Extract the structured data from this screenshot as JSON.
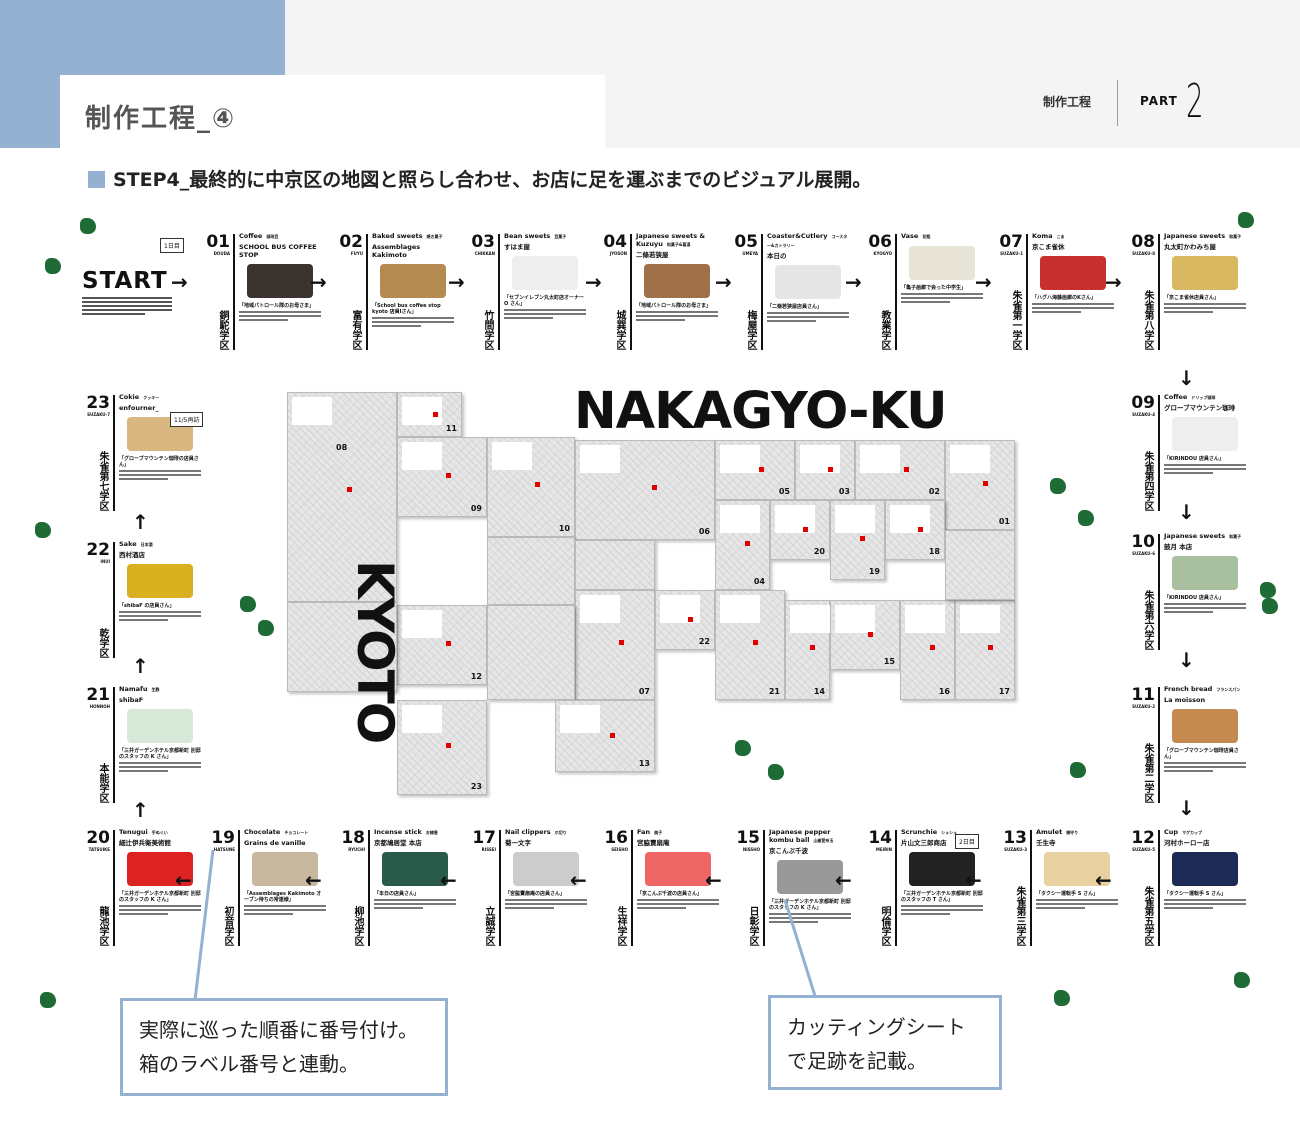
{
  "header": {
    "title": "制作工程_④",
    "section": "制作工程",
    "part_label": "PART",
    "part_number": "2"
  },
  "step": {
    "text": "STEP4_最終的に中京区の地図と照らし合わせ、お店に足を運ぶまでのビジュアル展開。"
  },
  "start": {
    "label": "START"
  },
  "day_tags": {
    "day1": "1日目",
    "day2": "2日目",
    "revisit": "11/5再訪"
  },
  "map": {
    "title": "NAKAGYO-KU",
    "subtitle": "KYOTO",
    "blocks": [
      "08",
      "11",
      "09",
      "10",
      "06",
      "05",
      "03",
      "02",
      "01",
      "04",
      "20",
      "19",
      "18",
      "12",
      "07",
      "22",
      "21",
      "14",
      "15",
      "16",
      "17",
      "23",
      "13"
    ]
  },
  "stations": [
    {
      "num": "01",
      "rom": "DOUDA",
      "cat": "Coffee",
      "cat_jp": "珈琲豆",
      "shop": "SCHOOL BUS COFFEE STOP",
      "quote": "「地域パトロール隊のお母さま」",
      "district": "銅駝学区"
    },
    {
      "num": "02",
      "rom": "FUYU",
      "cat": "Baked sweets",
      "cat_jp": "焼き菓子",
      "shop": "Assemblages Kakimoto",
      "quote": "「School bus coffee stop kyoto 店員Iさん」",
      "district": "富有学区"
    },
    {
      "num": "03",
      "rom": "CHIKKAN",
      "cat": "Bean sweets",
      "cat_jp": "豆菓子",
      "shop": "すはま屋",
      "quote": "「セブンイレブン丸太町店オーナー O さん」",
      "district": "竹間学区"
    },
    {
      "num": "04",
      "rom": "JYOSON",
      "cat": "Japanese sweets & Kuzuyu",
      "cat_jp": "和菓子&葛湯",
      "shop": "二條若狭屋",
      "quote": "「地域パトロール隊のお母さま」",
      "district": "城巽学区"
    },
    {
      "num": "05",
      "rom": "UMEYA",
      "cat": "Coaster&Cutlery",
      "cat_jp": "コースター&カトラリー",
      "shop": "本日の",
      "quote": "「二條若狭屋店員さん」",
      "district": "梅屋学区"
    },
    {
      "num": "06",
      "rom": "KYOGYO",
      "cat": "Vase",
      "cat_jp": "花瓶",
      "shop": "",
      "quote": "「亀子画廊で会った中学生」",
      "district": "教業学区"
    },
    {
      "num": "07",
      "rom": "SUZAKU-1",
      "cat": "Koma",
      "cat_jp": "こま",
      "shop": "京こま雀休",
      "quote": "「ハグハ海藤画廊のKさん」",
      "district": "朱雀第一学区"
    },
    {
      "num": "08",
      "rom": "SUZAKU-8",
      "cat": "Japanese sweets",
      "cat_jp": "和菓子",
      "shop": "丸太町かわみち屋",
      "quote": "「京こま雀休店員さん」",
      "district": "朱雀第八学区"
    },
    {
      "num": "09",
      "rom": "SUZAKU-4",
      "cat": "Coffee",
      "cat_jp": "ドリップ珈琲",
      "shop": "グローブマウンテン珈琲",
      "quote": "「KIRINDOU 店員さん」",
      "district": "朱雀第四学区"
    },
    {
      "num": "10",
      "rom": "SUZAKU-6",
      "cat": "Japanese sweets",
      "cat_jp": "和菓子",
      "shop": "鼓月 本店",
      "quote": "「KIRINDOU 店員さん」",
      "district": "朱雀第六学区"
    },
    {
      "num": "11",
      "rom": "SUZAKU-2",
      "cat": "French bread",
      "cat_jp": "フランスパン",
      "shop": "La moisson",
      "quote": "「グローブマウンテン珈琲店員さん」",
      "district": "朱雀第二学区"
    },
    {
      "num": "12",
      "rom": "SUZAKU-5",
      "cat": "Cup",
      "cat_jp": "マグカップ",
      "shop": "河村ホーロー店",
      "quote": "「タクシー運転手 S さん」",
      "district": "朱雀第五学区"
    },
    {
      "num": "13",
      "rom": "SUZAKU-3",
      "cat": "Amulet",
      "cat_jp": "御守り",
      "shop": "壬生寺",
      "quote": "「タクシー運転手 S さん」",
      "district": "朱雀第三学区"
    },
    {
      "num": "14",
      "rom": "MEIRIN",
      "cat": "Scrunchie",
      "cat_jp": "シュシュ",
      "shop": "片山文三郎商店",
      "quote": "「三井ガーデンホテル京都新町 別邸のスタッフの T さん」",
      "district": "明倫学区"
    },
    {
      "num": "15",
      "rom": "NISSHO",
      "cat": "Japanese pepper kombu ball",
      "cat_jp": "山椒昆布玉",
      "shop": "京こんぶ千波",
      "quote": "「三井ガーデンホテル京都新町 別邸のスタッフの K さん」",
      "district": "日彰学区"
    },
    {
      "num": "16",
      "rom": "SEISHO",
      "cat": "Fan",
      "cat_jp": "扇子",
      "shop": "宮脇賣扇庵",
      "quote": "「京こんぶ千波の店員さん」",
      "district": "生祥学区"
    },
    {
      "num": "17",
      "rom": "RISSEI",
      "cat": "Nail clippers",
      "cat_jp": "爪切り",
      "shop": "菊一文字",
      "quote": "「宮脇賣扇庵の店員さん」",
      "district": "立誠学区"
    },
    {
      "num": "18",
      "rom": "RYUCHI",
      "cat": "Incense stick",
      "cat_jp": "お線香",
      "shop": "京都鳩居堂 本店",
      "quote": "「本日の店員さん」",
      "district": "柳池学区"
    },
    {
      "num": "19",
      "rom": "HATSUNE",
      "cat": "Chocolate",
      "cat_jp": "チョコレート",
      "shop": "Grains de vanille",
      "quote": "「Assemblages Kakimoto オーブン待ちの常連様」",
      "district": "初音学区"
    },
    {
      "num": "20",
      "rom": "TATSUIKE",
      "cat": "Tenugui",
      "cat_jp": "手ぬぐい",
      "shop": "細辻伊兵衛美術館",
      "quote": "「三井ガーデンホテル京都新町 別邸のスタッフの K さん」",
      "district": "龍池学区"
    },
    {
      "num": "21",
      "rom": "HONNOH",
      "cat": "Namafu",
      "cat_jp": "生麩",
      "shop": "shibaF",
      "quote": "「三井ガーデンホテル京都新町 別邸のスタッフの K さん」",
      "district": "本能学区"
    },
    {
      "num": "22",
      "rom": "INUI",
      "cat": "Sake",
      "cat_jp": "日本酒",
      "shop": "西村酒店",
      "quote": "「shibaF の店員さん」",
      "district": "乾学区"
    },
    {
      "num": "23",
      "rom": "SUZAKU-7",
      "cat": "Cokie",
      "cat_jp": "クッキー",
      "shop": "enfourner_",
      "quote": "「グローブマウンテン珈琲の店員さん」",
      "district": "朱雀第七学区"
    }
  ],
  "callouts": {
    "left_line1": "実際に巡った順番に番号付け。",
    "left_line2": "箱のラベル番号と連動。",
    "right_line1": "カッティングシート",
    "right_line2": "で足跡を記載。"
  },
  "colors": {
    "accent": "#94b1d2",
    "tree": "#1e6b35",
    "marker": "#e00000"
  }
}
